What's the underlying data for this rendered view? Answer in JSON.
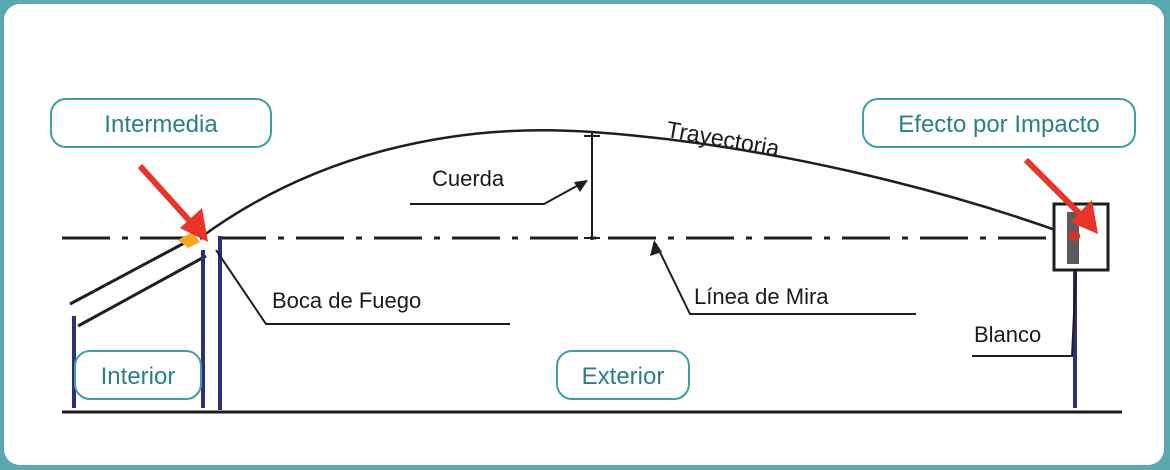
{
  "badges": {
    "intermedia": "Intermedia",
    "efecto": "Efecto por Impacto",
    "interior": "Interior",
    "exterior": "Exterior"
  },
  "labels": {
    "trayectoria": "Trayectoria",
    "cuerda": "Cuerda",
    "boca_de_fuego": "Boca de Fuego",
    "linea_de_mira": "Línea de Mira",
    "blanco": "Blanco"
  },
  "colors": {
    "accent_border": "#3f9ea7",
    "accent_text": "#2a7f8a",
    "arrow_red": "#e8342a",
    "post_blue": "#2c2f7a",
    "line_dark": "#1e1e1e"
  }
}
